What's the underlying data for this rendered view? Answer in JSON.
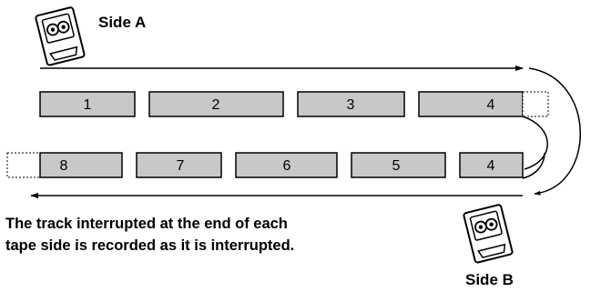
{
  "side_a": {
    "label": "Side A"
  },
  "side_b": {
    "label": "Side B"
  },
  "tracks_side_a": [
    "1",
    "2",
    "3",
    "4"
  ],
  "tracks_side_b": [
    "8",
    "7",
    "6",
    "5",
    "4"
  ],
  "caption": {
    "line1": "The track interrupted at the end of each",
    "line2": "tape side is recorded as it is interrupted."
  },
  "colors": {
    "track_fill": "#c8c8c8",
    "stroke": "#000000",
    "background": "#ffffff"
  },
  "icons": [
    "cassette-icon"
  ]
}
